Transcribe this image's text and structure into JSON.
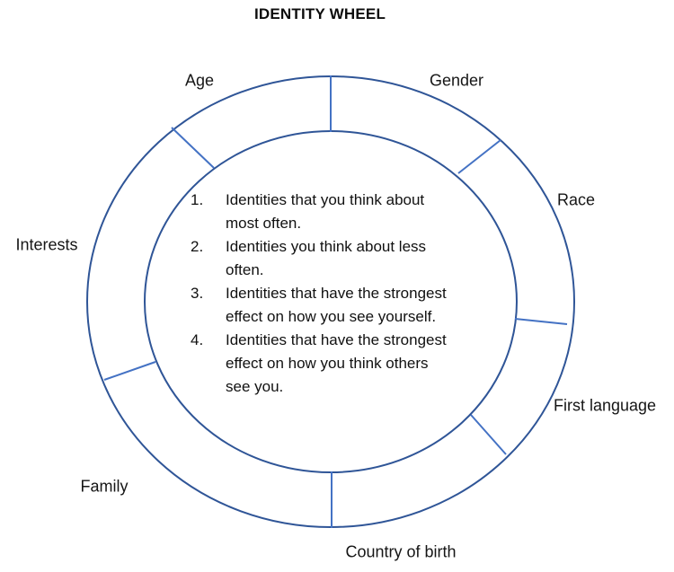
{
  "title": "IDENTITY WHEEL",
  "wheel": {
    "ring_color": "#2F5597",
    "spoke_color": "#4472C4",
    "segments": [
      {
        "label": "Age"
      },
      {
        "label": "Gender"
      },
      {
        "label": "Race"
      },
      {
        "label": "First language"
      },
      {
        "label": "Country of birth"
      },
      {
        "label": "Family"
      },
      {
        "label": "Interests"
      }
    ]
  },
  "center_list": {
    "items": [
      {
        "num": "1.",
        "text": "Identities that you think about\nmost often."
      },
      {
        "num": "2.",
        "text": "Identities you think about less\noften."
      },
      {
        "num": "3.",
        "text": "Identities that have the strongest\neffect on how you see yourself."
      },
      {
        "num": "4.",
        "text": "Identities that have the strongest\neffect on how you think others\nsee you."
      }
    ]
  }
}
